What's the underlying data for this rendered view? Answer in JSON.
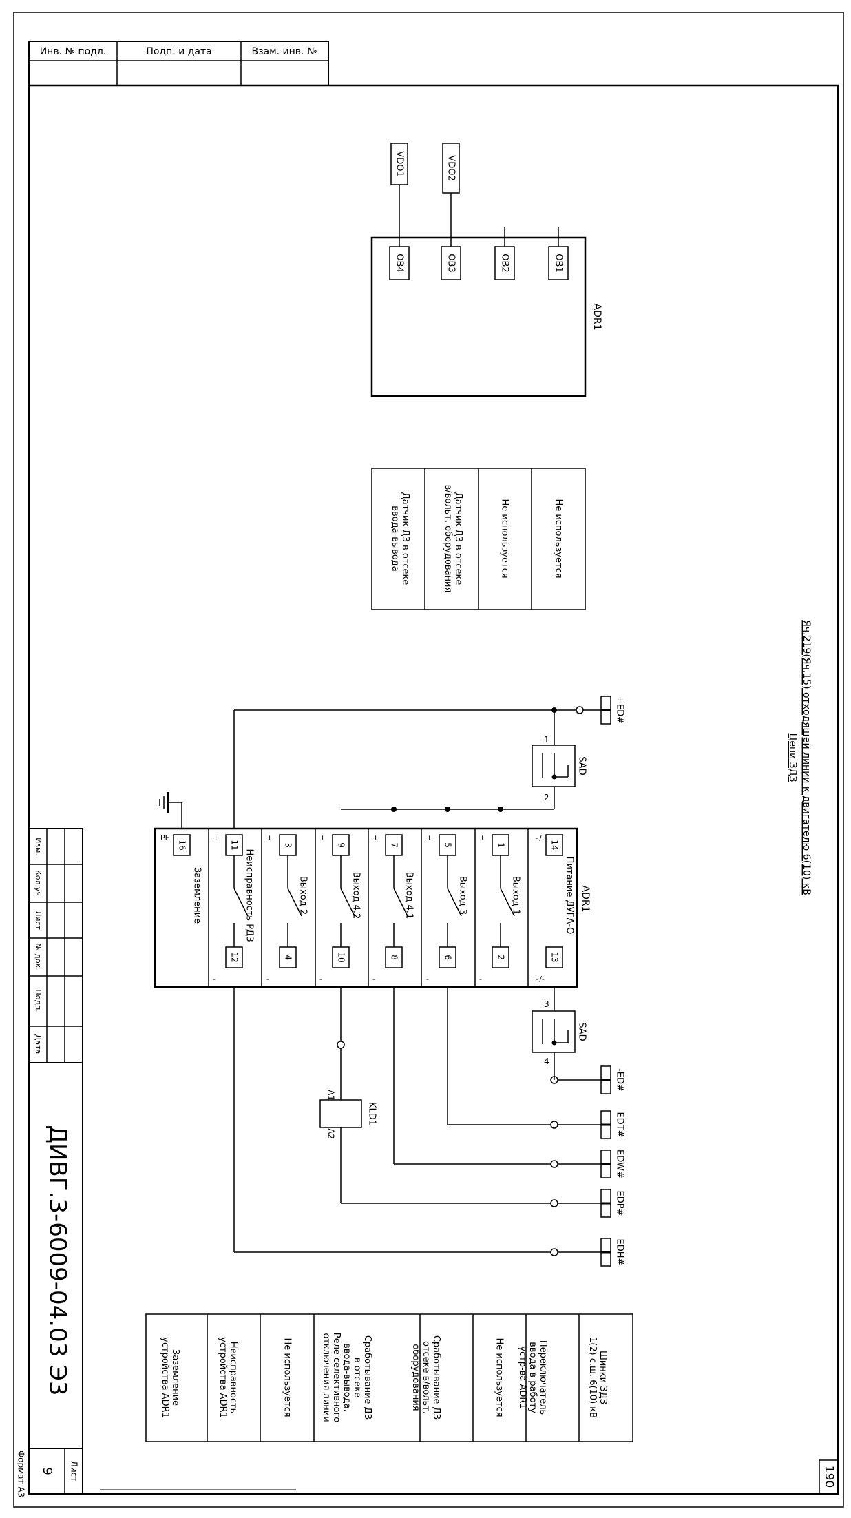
{
  "stamp": {
    "inv_podl": "Инв. № подл.",
    "podp_data": "Подп. и дата",
    "vzam_inv": "Взам. инв. №"
  },
  "page_number_top": "190",
  "title": {
    "line1": "Яч.219(Яч.15) отходящей линии к двигателю 6(10) кВ",
    "line2": "Цепи ЗДЗ"
  },
  "adr_top": {
    "name": "ADR1",
    "outputs": [
      "OB1",
      "OB2",
      "OB3",
      "OB4"
    ],
    "vdo": [
      "VDO2",
      "VDO1"
    ]
  },
  "top_table": [
    "Не используется",
    "Не используется",
    "Датчик ДЗ в отсеке в/вольт. оборудования",
    "Датчик ДЗ в отсеке ввода-вывода"
  ],
  "supply": {
    "plus": "+ED#",
    "minus": "-ED#",
    "sad": "SAD"
  },
  "adr_main": {
    "name": "ADR1",
    "rows": [
      {
        "name": "Питание ДУГА-О",
        "a": "14",
        "b": "13",
        "pa": "~/+",
        "pb": "~/-"
      },
      {
        "name": "Выход 1",
        "a": "1",
        "b": "2",
        "pa": "+",
        "pb": "-"
      },
      {
        "name": "Выход 3",
        "a": "5",
        "b": "6",
        "pa": "+",
        "pb": "-"
      },
      {
        "name": "Выход 4.1",
        "a": "7",
        "b": "8",
        "pa": "+",
        "pb": "-"
      },
      {
        "name": "Выход 4.2",
        "a": "9",
        "b": "10",
        "pa": "+",
        "pb": "-"
      },
      {
        "name": "Выход 2",
        "a": "3",
        "b": "4",
        "pa": "+",
        "pb": "-"
      },
      {
        "name": "Неисправность РДЗ",
        "a": "11",
        "b": "12",
        "pa": "+",
        "pb": "-"
      },
      {
        "name": "Заземление",
        "a": "16",
        "b": "",
        "pa": "PE",
        "pb": ""
      }
    ]
  },
  "sad_pins": {
    "p1": "1",
    "p2": "2",
    "p3": "3",
    "p4": "4"
  },
  "kld": {
    "name": "KLD1",
    "a1": "A1",
    "a2": "A2"
  },
  "outputs": [
    "EDT#",
    "EDW#",
    "EDP#",
    "EDH#"
  ],
  "bottom_table": [
    "Шинки ЗДЗ 1(2) с.ш. 6(10) кВ",
    "Переключатель ввода в работу устр-ва ADR1",
    "Не используется",
    "Сработывание ДЗ отсеке в/вольт. оборудования",
    "Сработывание ДЗ в отсеке ввода-вывода. Реле селективного отключения линии",
    "Не используется",
    "Неисправность устройства ADR1",
    "Заземление устройства ADR1"
  ],
  "titleblock": {
    "izm": "Изм.",
    "kol": "Кол.уч",
    "list": "Лист",
    "ndok": "№ док.",
    "podp": "Подп.",
    "data": "Дата",
    "doc_code": "ДИВГ.3-6009-04.03 Э3",
    "list_label": "Лист",
    "sheet_no": "9",
    "format": "Формат А3"
  }
}
